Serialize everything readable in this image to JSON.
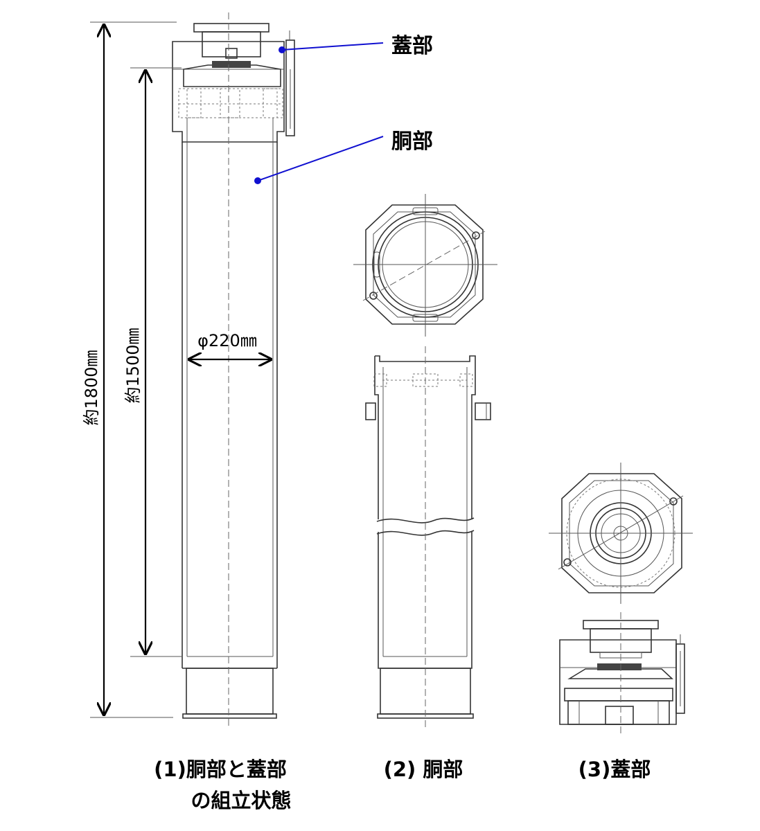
{
  "labels": {
    "lid": "蓋部",
    "body": "胴部"
  },
  "dimensions": {
    "total_height": "約1800㎜",
    "body_height": "約1500㎜",
    "diameter": "φ220㎜"
  },
  "captions": {
    "assembled_line1": "(1)胴部と蓋部",
    "assembled_line2": "の組立状態",
    "body_only": "(2) 胴部",
    "lid_only": "(3)蓋部"
  },
  "colors": {
    "leader": "#1010d0",
    "line": "#333333",
    "text": "#000000"
  }
}
